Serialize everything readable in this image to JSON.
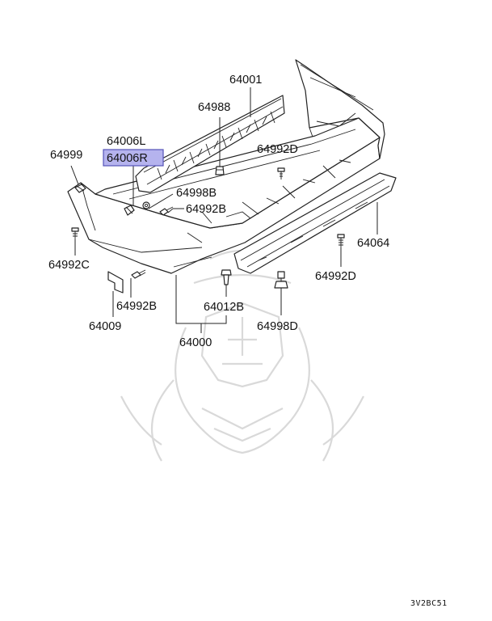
{
  "labels": {
    "p64001": "64001",
    "p64988": "64988",
    "p64006L": "64006L",
    "p64006R": "64006R",
    "p64999": "64999",
    "p64992D_top": "64992D",
    "p64998B": "64998B",
    "p64992B_mid": "64992B",
    "p64064": "64064",
    "p64992C": "64992C",
    "p64992D_right": "64992D",
    "p64992B_low": "64992B",
    "p64012B": "64012B",
    "p64009": "64009",
    "p64998D": "64998D",
    "p64000": "64000"
  },
  "highlighted_part": "64006R",
  "highlight_color": "#b5b3ee",
  "diagram_code": "3V2BC51"
}
